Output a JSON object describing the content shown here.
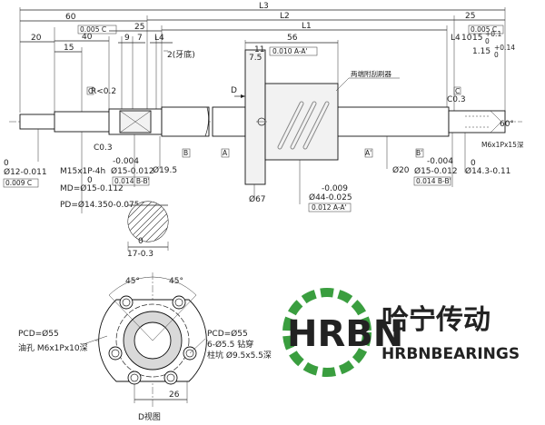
{
  "overall": {
    "l3": "L3",
    "l2": "L2",
    "l1": "L1"
  },
  "left_dims": {
    "d60": "60",
    "d40": "40",
    "d20": "20",
    "d15": "15",
    "d25": "25",
    "d9": "9",
    "d7": "7",
    "l4": "L4",
    "d2": "2(牙底)"
  },
  "tolerances": {
    "left_perp": "0.005 C",
    "nut_flange": "0.010 A-A'",
    "right_perp": "0.005 C",
    "left_runout": "0.009 C",
    "bearing_left": "0.014 B-B'",
    "nut_body": "0.012 A-A'",
    "bearing_right": "0.014 B-B'"
  },
  "nut": {
    "d56": "56",
    "d11": "11",
    "d7_5": "7.5",
    "wiper_label": "两端附刮刷器",
    "d_view": "D",
    "flange_dia": "Ø67",
    "body_tol_top": "-0.009",
    "body_dia": "Ø44-0.025",
    "lead_dia": "Ø20"
  },
  "left_shaft": {
    "r": "R<0.2",
    "c_top": "C",
    "c03": "C0.3",
    "tol_0a": "0",
    "dia12": "Ø12-0.011",
    "thread": "M15x1P-4h",
    "md": "MD=Ø15-0.112",
    "tol_0b": "0",
    "pd": "PD=Ø14.350-0.075",
    "tol_004": "-0.004",
    "dia15": "Ø15-0.012",
    "dia195": "Ø19.5",
    "b": "B",
    "a": "A"
  },
  "section": {
    "tol_0": "0",
    "w": "17-0.3"
  },
  "right_shaft": {
    "d25": "25",
    "d10": "10",
    "d15tol": "15",
    "tol_plus": "+0.1",
    "tol_zero": "0",
    "l4": "L4",
    "d115": "1.15",
    "tol_p14": "+0.14",
    "tol_z": "0",
    "c": "C",
    "c03": "C0.3",
    "angle": "60°",
    "hole": "M6x1Px15深",
    "tol_004": "-0.004",
    "dia15": "Ø15-0.012",
    "tol_0": "0",
    "dia143": "Ø14.3-0.11",
    "a_prime": "A'",
    "b_prime": "B'"
  },
  "flange_view": {
    "a1": "45°",
    "a2": "45°",
    "pcd_l": "PCD=Ø55",
    "oil": "油孔 M6x1Px10深",
    "pcd_r": "PCD=Ø55",
    "drill": "6-Ø5.5 钻穿",
    "counter": "柱坑 Ø9.5x5.5深",
    "d26": "26",
    "view_label": "D视图"
  },
  "brand": {
    "logo_text": "HRBN",
    "cn_name": "哈宁传动",
    "en_name": "HRBNBEARINGS",
    "color": "#3a9e3f"
  }
}
